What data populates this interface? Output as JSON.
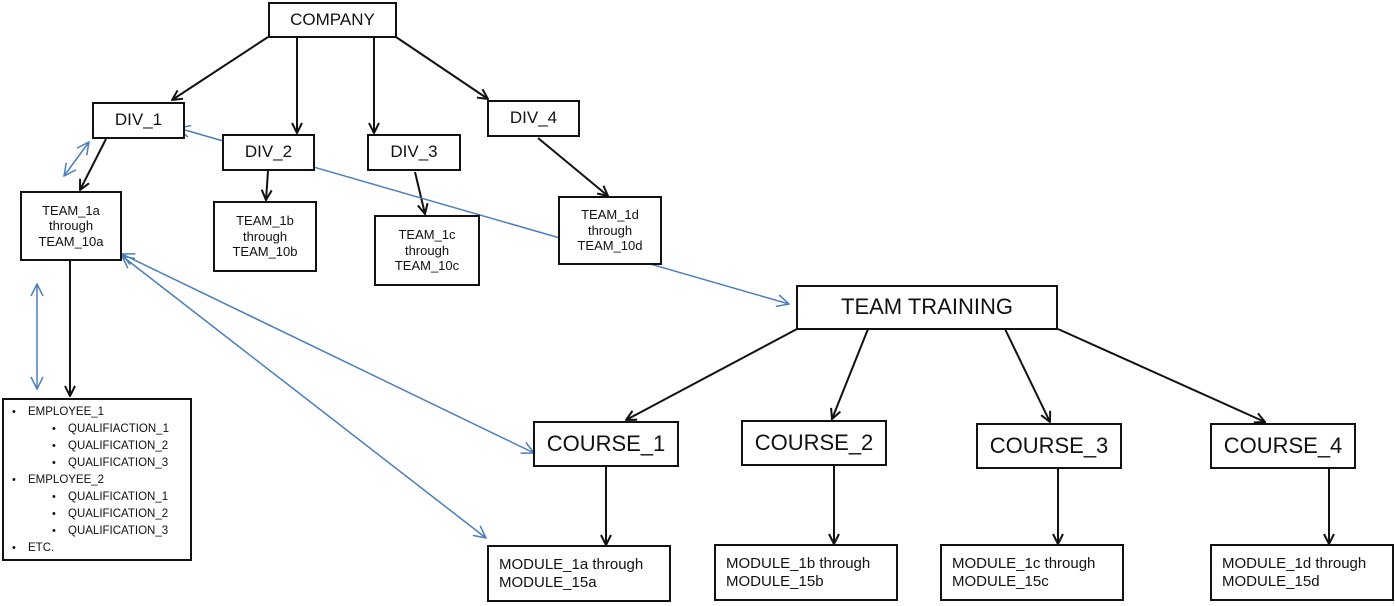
{
  "diagram": {
    "colors": {
      "hierarchy_arrow": "#111111",
      "relation_arrow": "#4a7ebb",
      "box_border": "#111111"
    },
    "company": {
      "label": "COMPANY"
    },
    "divisions": [
      {
        "label": "DIV_1"
      },
      {
        "label": "DIV_2"
      },
      {
        "label": "DIV_3"
      },
      {
        "label": "DIV_4"
      }
    ],
    "teams": [
      {
        "lines": [
          "TEAM_1a",
          "through",
          "TEAM_10a"
        ]
      },
      {
        "lines": [
          "TEAM_1b",
          "through",
          "TEAM_10b"
        ]
      },
      {
        "lines": [
          "TEAM_1c",
          "through",
          "TEAM_10c"
        ]
      },
      {
        "lines": [
          "TEAM_1d",
          "through",
          "TEAM_10d"
        ]
      }
    ],
    "employees": [
      {
        "label": "EMPLOYEE_1",
        "level": 1
      },
      {
        "label": "QUALIFIACTION_1",
        "level": 2
      },
      {
        "label": "QUALIFICATION_2",
        "level": 2
      },
      {
        "label": "QUALIFICATION_3",
        "level": 2
      },
      {
        "label": "EMPLOYEE_2",
        "level": 1
      },
      {
        "label": "QUALIFICATION_1",
        "level": 2
      },
      {
        "label": "QUALIFICATION_2",
        "level": 2
      },
      {
        "label": "QUALIFICATION_3",
        "level": 2
      },
      {
        "label": "ETC.",
        "level": 1
      }
    ],
    "training": {
      "label": "TEAM TRAINING"
    },
    "courses": [
      {
        "label": "COURSE_1"
      },
      {
        "label": "COURSE_2"
      },
      {
        "label": "COURSE_3"
      },
      {
        "label": "COURSE_4"
      }
    ],
    "modules": [
      {
        "lines": [
          "MODULE_1a through",
          "MODULE_15a"
        ]
      },
      {
        "lines": [
          "MODULE_1b through",
          "MODULE_15b"
        ]
      },
      {
        "lines": [
          "MODULE_1c through",
          "MODULE_15c"
        ]
      },
      {
        "lines": [
          "MODULE_1d through",
          "MODULE_15d"
        ]
      }
    ],
    "hierarchy_edges": [
      [
        "company",
        "div1"
      ],
      [
        "company",
        "div2"
      ],
      [
        "company",
        "div3"
      ],
      [
        "company",
        "div4"
      ],
      [
        "div1",
        "team1"
      ],
      [
        "div2",
        "team2"
      ],
      [
        "div3",
        "team3"
      ],
      [
        "div4",
        "team4"
      ],
      [
        "team1",
        "employees"
      ],
      [
        "training",
        "course1"
      ],
      [
        "training",
        "course2"
      ],
      [
        "training",
        "course3"
      ],
      [
        "training",
        "course4"
      ],
      [
        "course1",
        "module1"
      ],
      [
        "course2",
        "module2"
      ],
      [
        "course3",
        "module3"
      ],
      [
        "course4",
        "module4"
      ]
    ],
    "relation_edges": [
      [
        "div1",
        "team1"
      ],
      [
        "team1",
        "employees"
      ],
      [
        "div1",
        "training"
      ],
      [
        "team1",
        "course1"
      ],
      [
        "team1",
        "module1"
      ]
    ]
  }
}
